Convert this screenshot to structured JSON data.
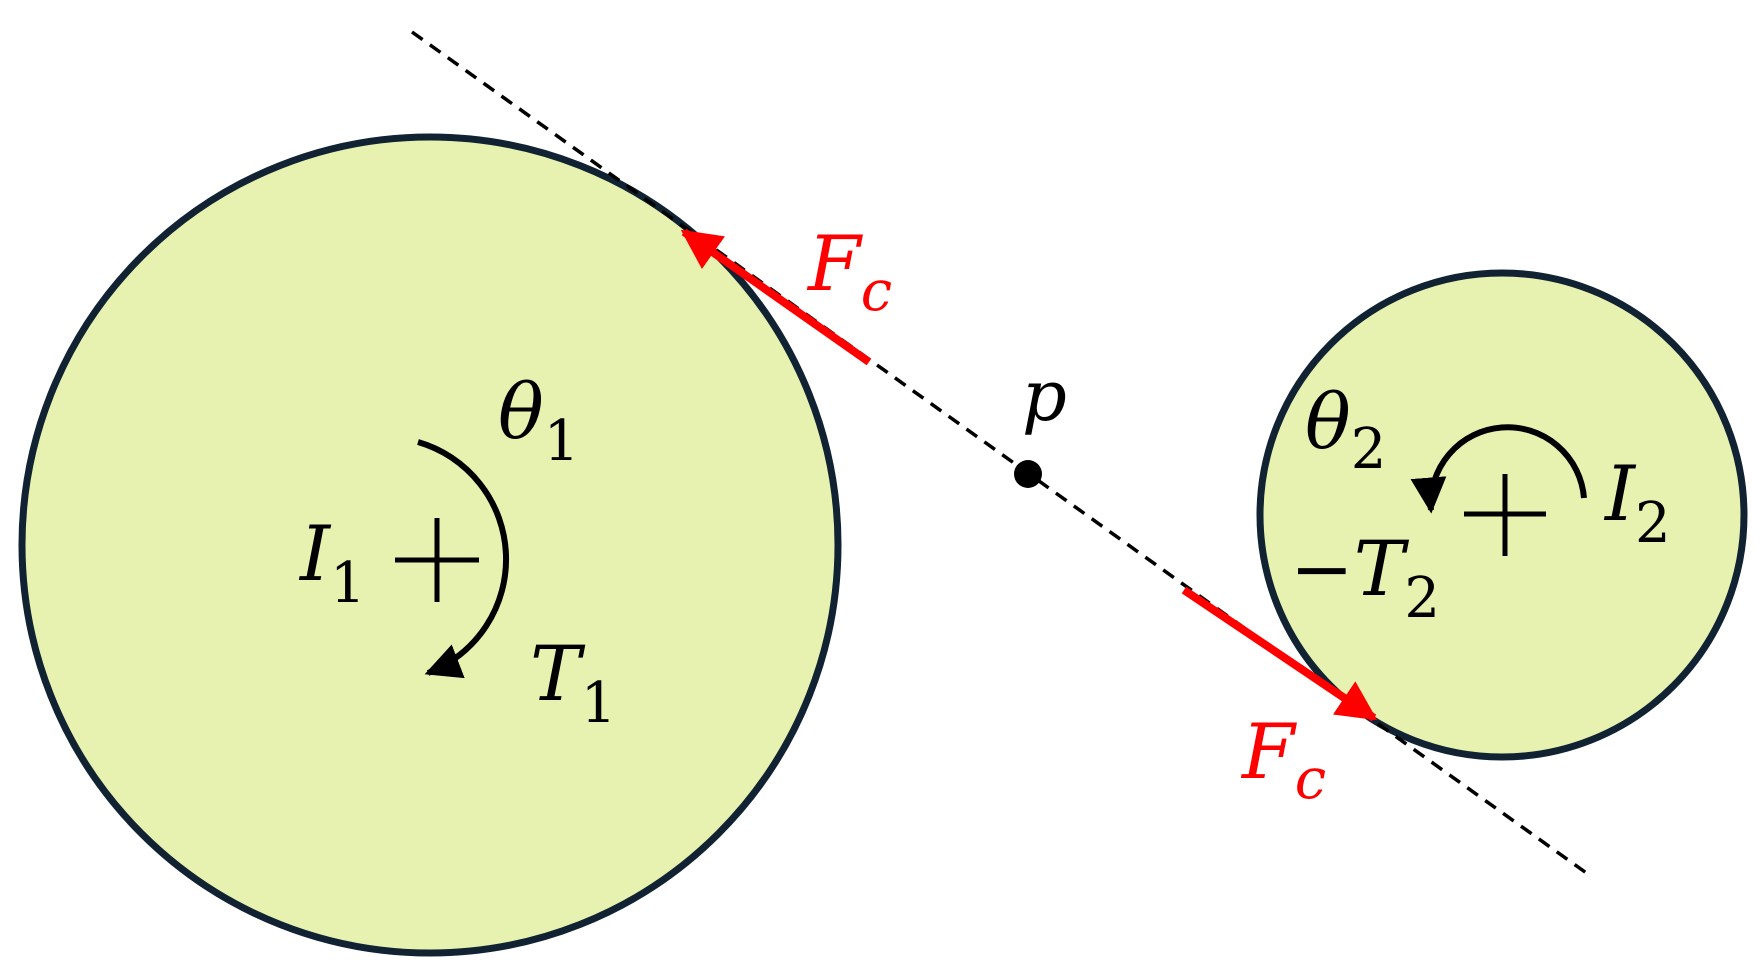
{
  "colors": {
    "disk_fill": "#e8f2b0",
    "disk_stroke": "#112233",
    "force": "#ff0000",
    "line": "#000000"
  },
  "gear1": {
    "inertia": {
      "main": "I",
      "sub": "1"
    },
    "angle": {
      "main": "θ",
      "sub": "1"
    },
    "torque": {
      "main": "T",
      "sub": "1"
    },
    "center_symbol": "+",
    "rotation": "clockwise"
  },
  "gear2": {
    "inertia": {
      "main": "I",
      "sub": "2"
    },
    "angle": {
      "main": "θ",
      "sub": "2"
    },
    "torque": {
      "prefix": "−",
      "main": "T",
      "sub": "2"
    },
    "center_symbol": "+",
    "rotation": "counter-clockwise"
  },
  "contact_point": {
    "label": "p"
  },
  "force_top": {
    "main": "F",
    "sub": "c"
  },
  "force_bottom": {
    "main": "F",
    "sub": "c"
  }
}
